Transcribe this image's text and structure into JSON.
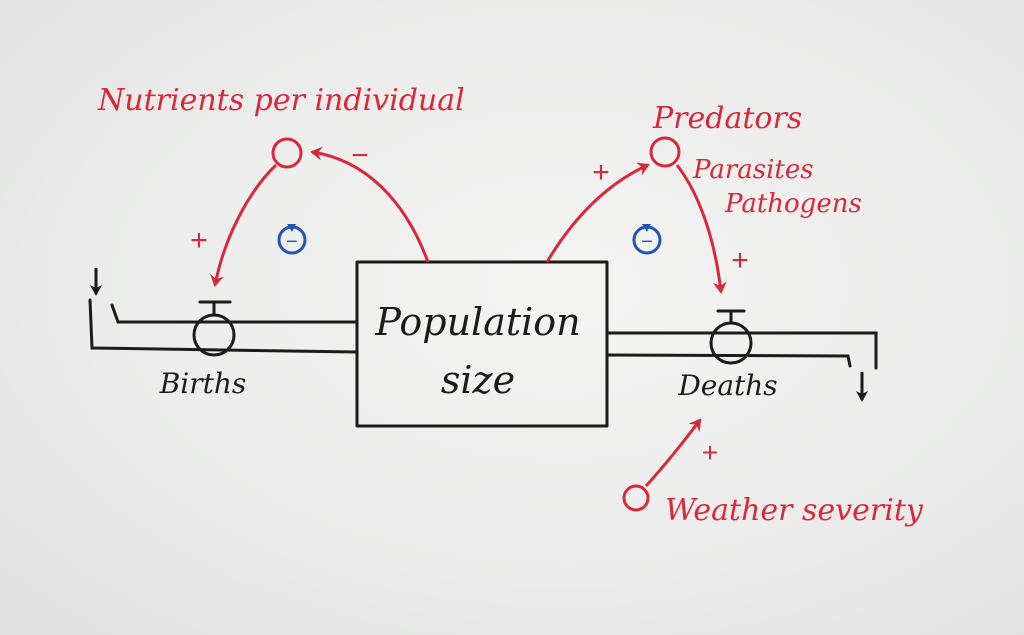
{
  "stock": {
    "label_line1": "Population",
    "label_line2": "size"
  },
  "flows": {
    "inflow_label": "Births",
    "outflow_label": "Deaths"
  },
  "auxiliaries": {
    "nutrients_label": "Nutrients per individual",
    "predators_label": "Predators",
    "parasites_label": "Parasites",
    "pathogens_label": "Pathogens",
    "weather_label": "Weather severity"
  },
  "polarities": {
    "nutrients_to_births": "+",
    "population_to_nutrients": "−",
    "population_to_predators": "+",
    "predators_to_deaths": "+",
    "weather_to_deaths": "+"
  },
  "loops": {
    "left_loop": "−",
    "right_loop": "−"
  },
  "colors": {
    "ink_black": "#1b1b1b",
    "ink_red": "#d8283a",
    "ink_blue": "#2455b3"
  }
}
